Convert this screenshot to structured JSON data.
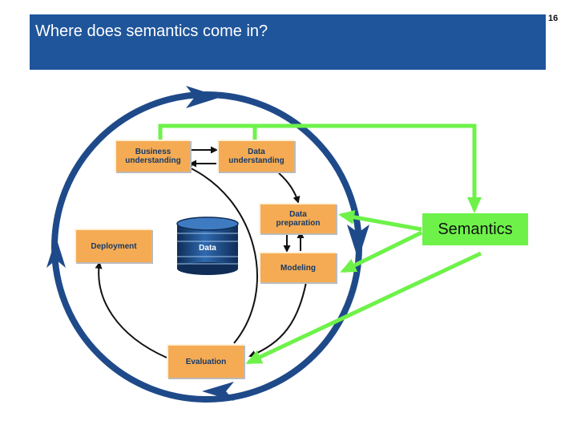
{
  "slide": {
    "title": "Where does semantics come in?",
    "page_number": "16"
  },
  "diagram": {
    "boxes": {
      "business_understanding": "Business\nunderstanding",
      "data_understanding": "Data\nunderstanding",
      "data_preparation": "Data\npreparation",
      "modeling": "Modeling",
      "deployment": "Deployment",
      "evaluation": "Evaluation"
    },
    "data_store_label": "Data",
    "semantics_label": "Semantics"
  },
  "colors": {
    "header": "#1f559b",
    "outer_cycle": "#1f4a8a",
    "process_box": "#f5ab54",
    "semantics": "#6ef24a",
    "connector": "#6ef24a"
  }
}
